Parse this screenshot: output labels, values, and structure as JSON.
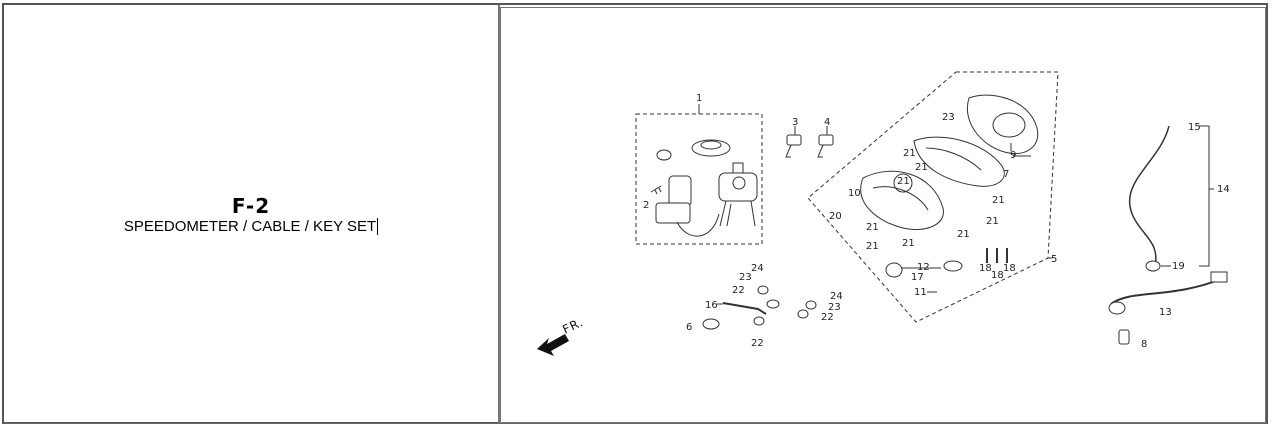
{
  "title": {
    "code": "F-2",
    "subtitle": "SPEEDOMETER / CABLE / KEY SET"
  },
  "diagram": {
    "direction_label": "FR.",
    "callouts": [
      "1",
      "2",
      "3",
      "4",
      "5",
      "6",
      "7",
      "8",
      "9",
      "10",
      "11",
      "12",
      "13",
      "14",
      "15",
      "16",
      "17",
      "18",
      "19",
      "20",
      "21",
      "22",
      "23",
      "24"
    ]
  }
}
